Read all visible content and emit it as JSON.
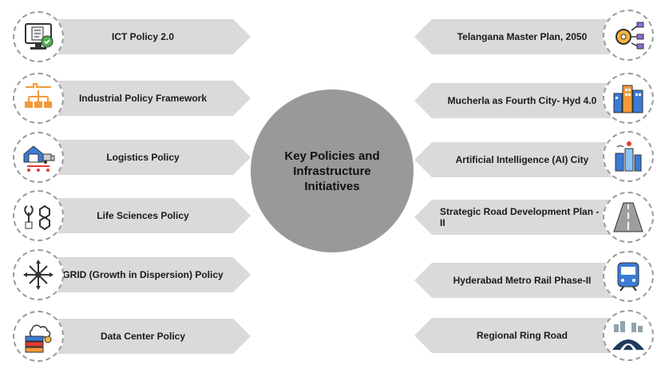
{
  "center_title": "Key Policies and Infrastructure Initiatives",
  "left_items": [
    {
      "label": "ICT Policy 2.0",
      "icon": "computer-checklist-icon"
    },
    {
      "label": "Industrial Policy Framework",
      "icon": "industry-hierarchy-icon"
    },
    {
      "label": "Logistics Policy",
      "icon": "warehouse-truck-icon"
    },
    {
      "label": "Life Sciences Policy",
      "icon": "plant-molecule-icon"
    },
    {
      "label": "GRID (Growth in Dispersion) Policy",
      "icon": "dispersion-arrows-icon"
    },
    {
      "label": "Data Center Policy",
      "icon": "server-cloud-icon"
    }
  ],
  "right_items": [
    {
      "label": "Telangana Master Plan, 2050",
      "icon": "gear-network-icon"
    },
    {
      "label": "Mucherla as Fourth City- Hyd 4.0",
      "icon": "city-skyline-icon"
    },
    {
      "label": "Artificial Intelligence (AI) City",
      "icon": "smart-city-icon"
    },
    {
      "label": "Strategic Road Development Plan - II",
      "icon": "highway-icon"
    },
    {
      "label": "Hyderabad Metro Rail Phase-II",
      "icon": "metro-train-icon"
    },
    {
      "label": "Regional Ring Road",
      "icon": "ring-road-icon"
    }
  ],
  "colors": {
    "arrow": "#dadada",
    "center": "#999999",
    "accent_blue": "#3a7bd5",
    "accent_orange": "#f29a3a",
    "accent_green": "#4caf50"
  }
}
